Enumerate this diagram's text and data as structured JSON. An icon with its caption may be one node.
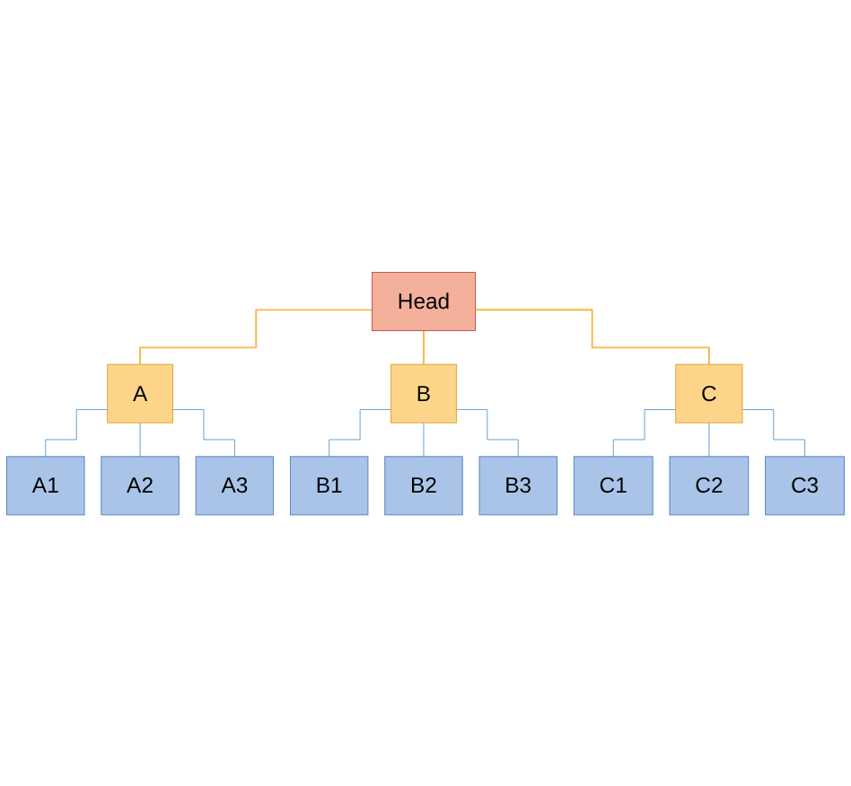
{
  "diagram": {
    "nodes": [
      {
        "text": [
          "Head"
        ]
      },
      {
        "text": [
          "A"
        ]
      },
      {
        "text": [
          "B"
        ]
      },
      {
        "text": [
          "C"
        ]
      },
      {
        "text": [
          "A1"
        ]
      },
      {
        "text": [
          "A2"
        ]
      },
      {
        "text": [
          "A3"
        ]
      },
      {
        "text": [
          "B1"
        ]
      },
      {
        "text": [
          "B2"
        ]
      },
      {
        "text": [
          "B3"
        ]
      },
      {
        "text": [
          "C1"
        ]
      },
      {
        "text": [
          "C2"
        ]
      },
      {
        "text": [
          "C3"
        ]
      }
    ],
    "edges": [
      {
        "from": 0,
        "to": 1,
        "arrow": "none",
        "color": "#f5b942"
      },
      {
        "from": 0,
        "to": 2,
        "arrow": "none",
        "color": "#f5b942"
      },
      {
        "from": 0,
        "to": 3,
        "arrow": "none",
        "color": "#f5b942"
      },
      {
        "from": 1,
        "to": 4,
        "arrow": "none"
      },
      {
        "from": 1,
        "to": 5,
        "arrow": "none"
      },
      {
        "from": 1,
        "to": 6,
        "arrow": "none"
      },
      {
        "from": 2,
        "to": 7,
        "arrow": "none"
      },
      {
        "from": 2,
        "to": 8,
        "arrow": "none"
      },
      {
        "from": 2,
        "to": 9,
        "arrow": "none"
      },
      {
        "from": 3,
        "to": 10,
        "arrow": "none"
      },
      {
        "from": 3,
        "to": 11,
        "arrow": "none"
      },
      {
        "from": 3,
        "to": 12,
        "arrow": "none"
      }
    ]
  }
}
